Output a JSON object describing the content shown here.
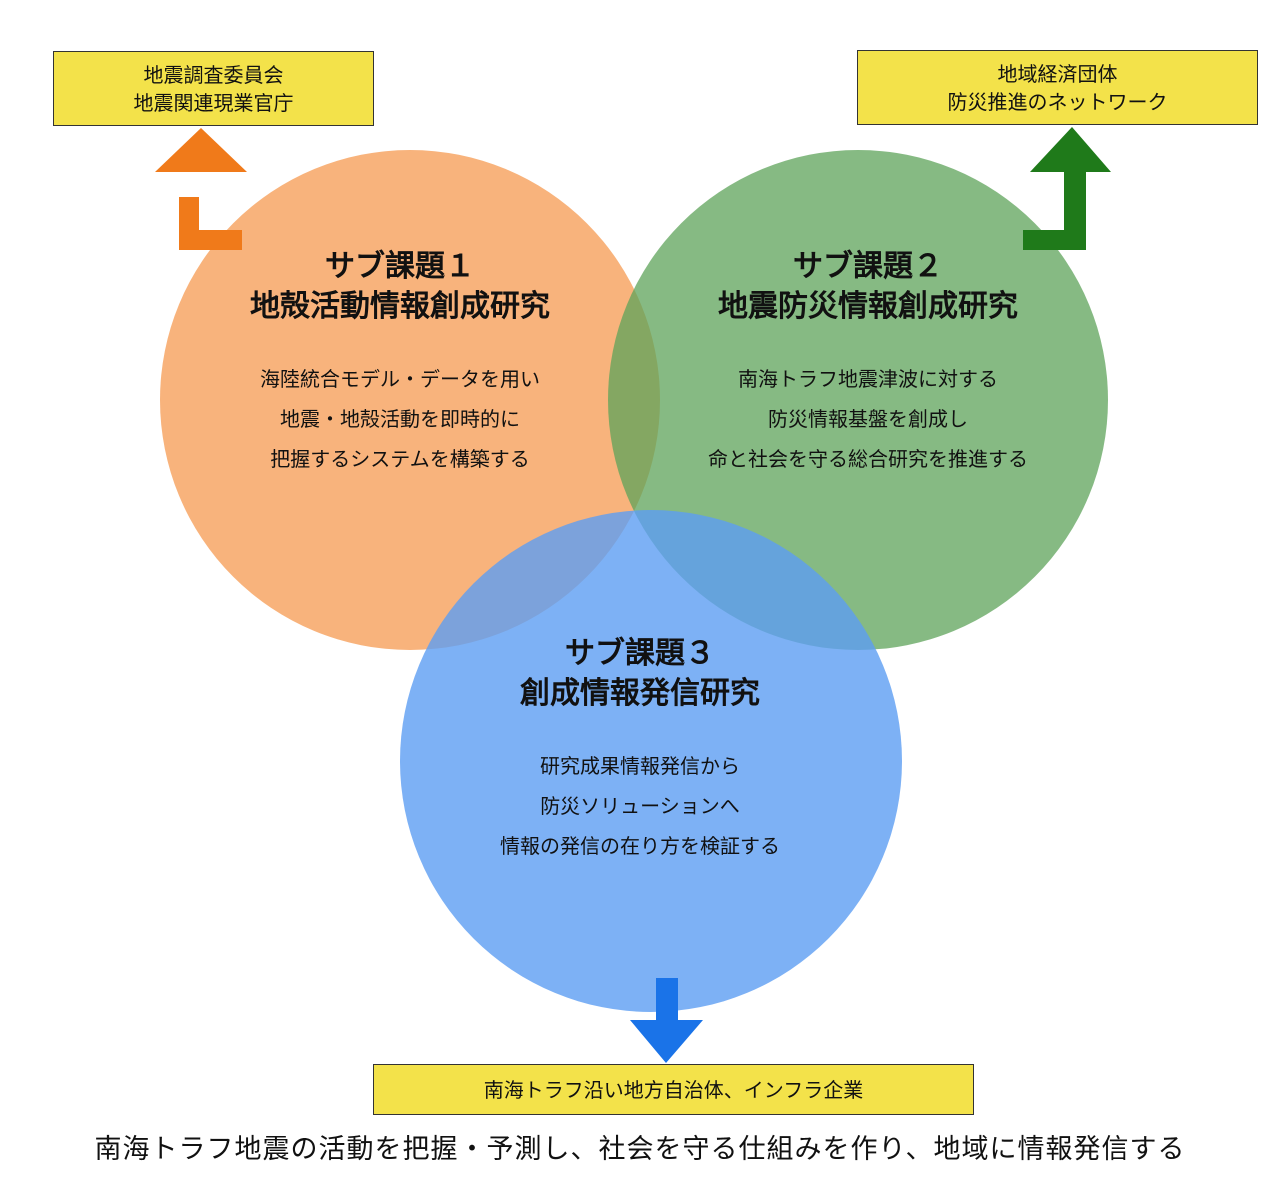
{
  "top_left_box": {
    "line1": "地震調査委員会",
    "line2": "地震関連現業官庁"
  },
  "top_right_box": {
    "line1": "地域経済団体",
    "line2": "防災推進のネットワーク"
  },
  "bottom_box": {
    "text": "南海トラフ沿い地方自治体、インフラ企業"
  },
  "sub1": {
    "title1": "サブ課題１",
    "title2": "地殻活動情報創成研究",
    "desc1": "海陸統合モデル・データを用い",
    "desc2": "地震・地殻活動を即時的に",
    "desc3": "把握するシステムを構築する",
    "color": "#f7a665"
  },
  "sub2": {
    "title1": "サブ課題２",
    "title2": "地震防災情報創成研究",
    "desc1": "南海トラフ地震津波に対する",
    "desc2": "防災情報基盤を創成し",
    "desc3": "命と社会を守る総合研究を推進する",
    "color": "#5ea35a"
  },
  "sub3": {
    "title1": "サブ課題３",
    "title2": "創成情報発信研究",
    "desc1": "研究成果情報発信から",
    "desc2": "防災ソリューションへ",
    "desc3": "情報の発信の在り方を検証する",
    "color": "#5d9ef3"
  },
  "arrows": {
    "orange": "#f07a1a",
    "green": "#1f7a1a",
    "blue": "#1a73e8"
  },
  "tagline": "南海トラフ地震の活動を把握・予測し、社会を守る仕組みを作り、地域に情報発信する"
}
